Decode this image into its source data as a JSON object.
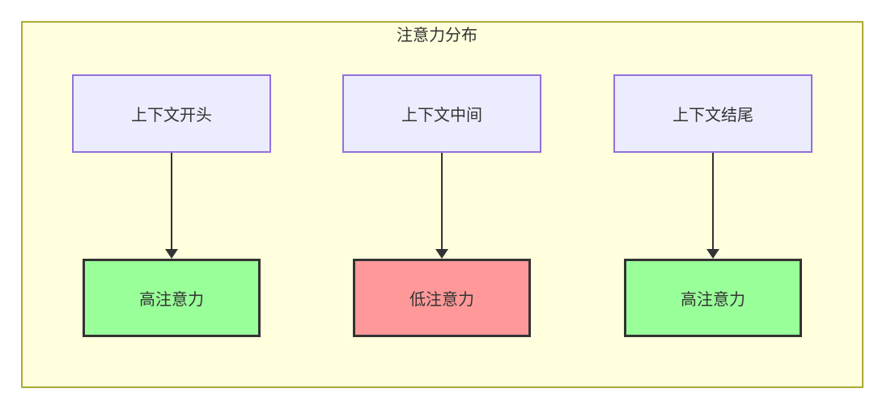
{
  "diagram": {
    "title": "注意力分布",
    "type": "flowchart",
    "columns": [
      {
        "source": "上下文开头",
        "result": "高注意力",
        "level": "high"
      },
      {
        "source": "上下文中间",
        "result": "低注意力",
        "level": "low"
      },
      {
        "source": "上下文结尾",
        "result": "高注意力",
        "level": "high"
      }
    ],
    "colors": {
      "container_fill": "#ffffde",
      "container_border": "#aaaa33",
      "source_fill": "#ececff",
      "source_border": "#9370db",
      "high_fill": "#99ff99",
      "low_fill": "#ff9999",
      "result_border": "#333333",
      "arrow": "#333333",
      "text": "#333333"
    }
  }
}
